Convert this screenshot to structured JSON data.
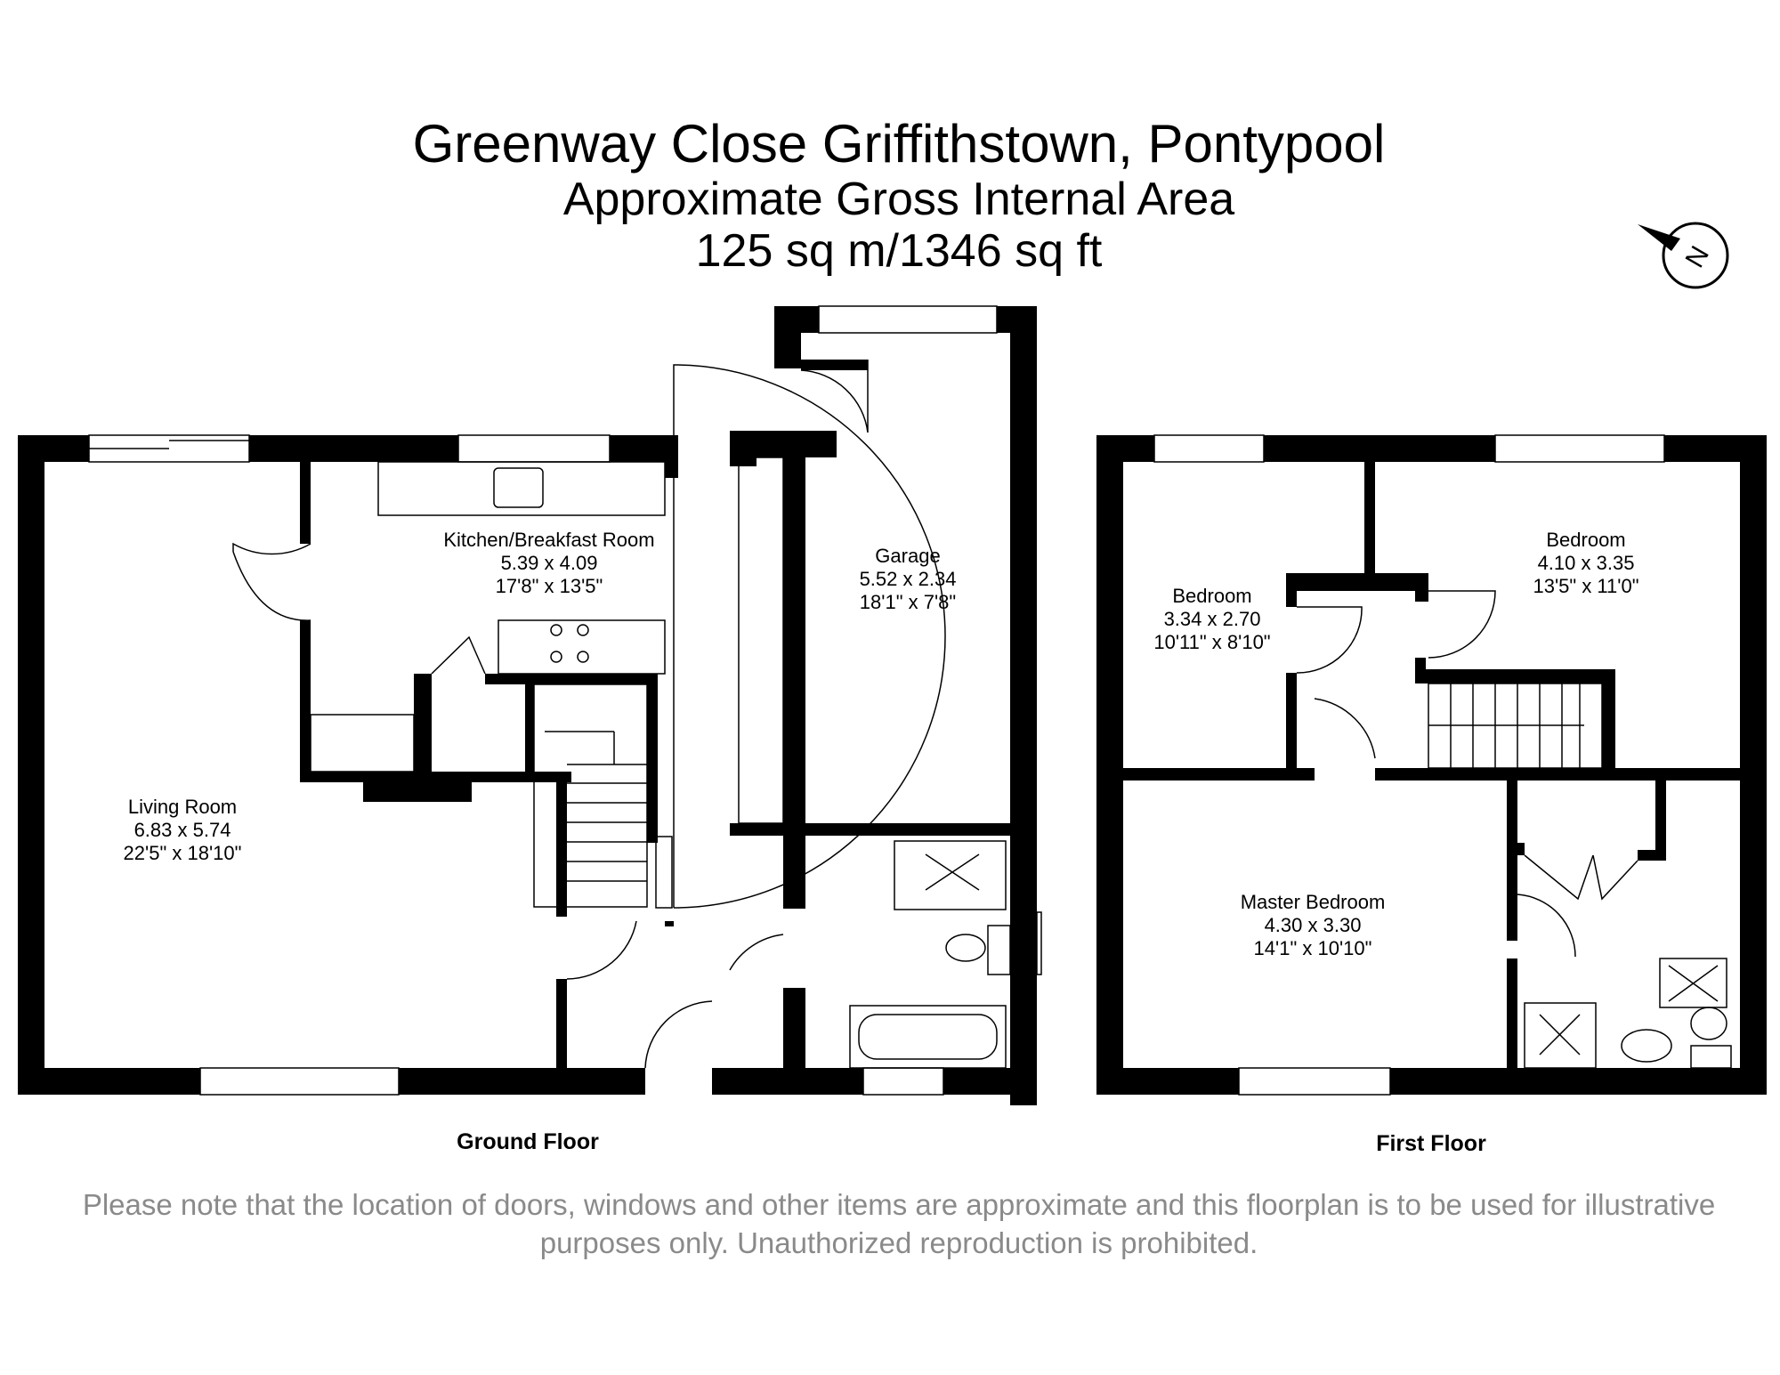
{
  "header": {
    "address": "Greenway Close Griffithstown, Pontypool",
    "area_title": "Approximate Gross Internal Area",
    "area_value": "125 sq m/1346 sq ft"
  },
  "compass": {
    "icon": "north-arrow-icon",
    "label": "N"
  },
  "rooms": {
    "kitchen": {
      "name": "Kitchen/Breakfast Room",
      "metric": "5.39 x 4.09",
      "imperial": "17'8\" x 13'5\""
    },
    "garage": {
      "name": "Garage",
      "metric": "5.52 x 2.34",
      "imperial": "18'1\" x 7'8\""
    },
    "living": {
      "name": "Living Room",
      "metric": "6.83 x 5.74",
      "imperial": "22'5\" x 18'10\""
    },
    "bedroom2": {
      "name": "Bedroom",
      "metric": "3.34 x 2.70",
      "imperial": "10'11\" x 8'10\""
    },
    "bedroom1": {
      "name": "Bedroom",
      "metric": "4.10 x 3.35",
      "imperial": "13'5\" x 11'0\""
    },
    "master": {
      "name": "Master Bedroom",
      "metric": "4.30 x 3.30",
      "imperial": "14'1\" x 10'10\""
    }
  },
  "floors": {
    "ground": "Ground Floor",
    "first": "First Floor"
  },
  "disclaimer": {
    "line1": "Please note that the location of doors, windows and other items are approximate and this floorplan is to be used for illustrative",
    "line2": "purposes only. Unauthorized reproduction is prohibited."
  },
  "colors": {
    "wall": "#000000",
    "background": "#ffffff",
    "disclaimer": "#8a8a8a"
  }
}
